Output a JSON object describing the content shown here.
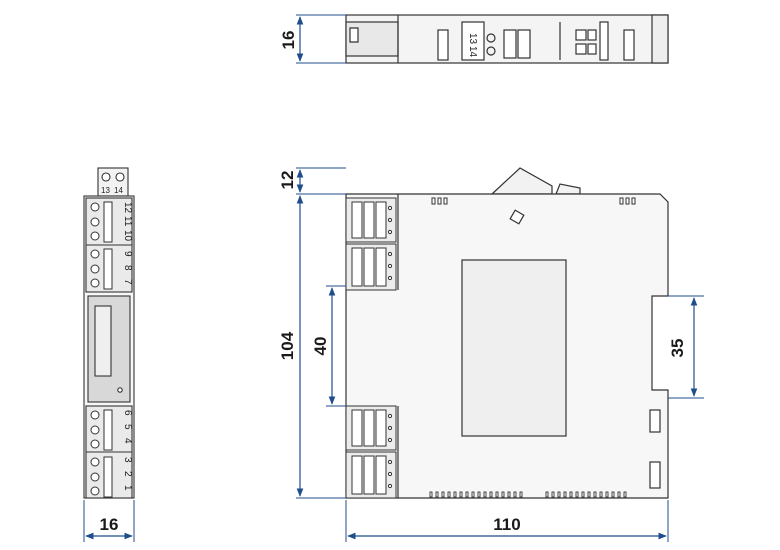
{
  "dimensions": {
    "top_view_height": "16",
    "front_width": "16",
    "side_top_offset": "12",
    "side_height": "104",
    "terminal_spacing": "40",
    "rail_width": "35",
    "side_depth": "110"
  },
  "top_terminals": {
    "a": "13",
    "b": "14"
  },
  "front_terminals": {
    "top_group": [
      "12",
      "11",
      "10",
      "9",
      "8",
      "7"
    ],
    "bottom_group": [
      "6",
      "5",
      "4",
      "3",
      "2",
      "1"
    ]
  },
  "colors": {
    "dimension_line": "#1f4e8c",
    "outline": "#333333",
    "panel": "#e6e6e6"
  }
}
